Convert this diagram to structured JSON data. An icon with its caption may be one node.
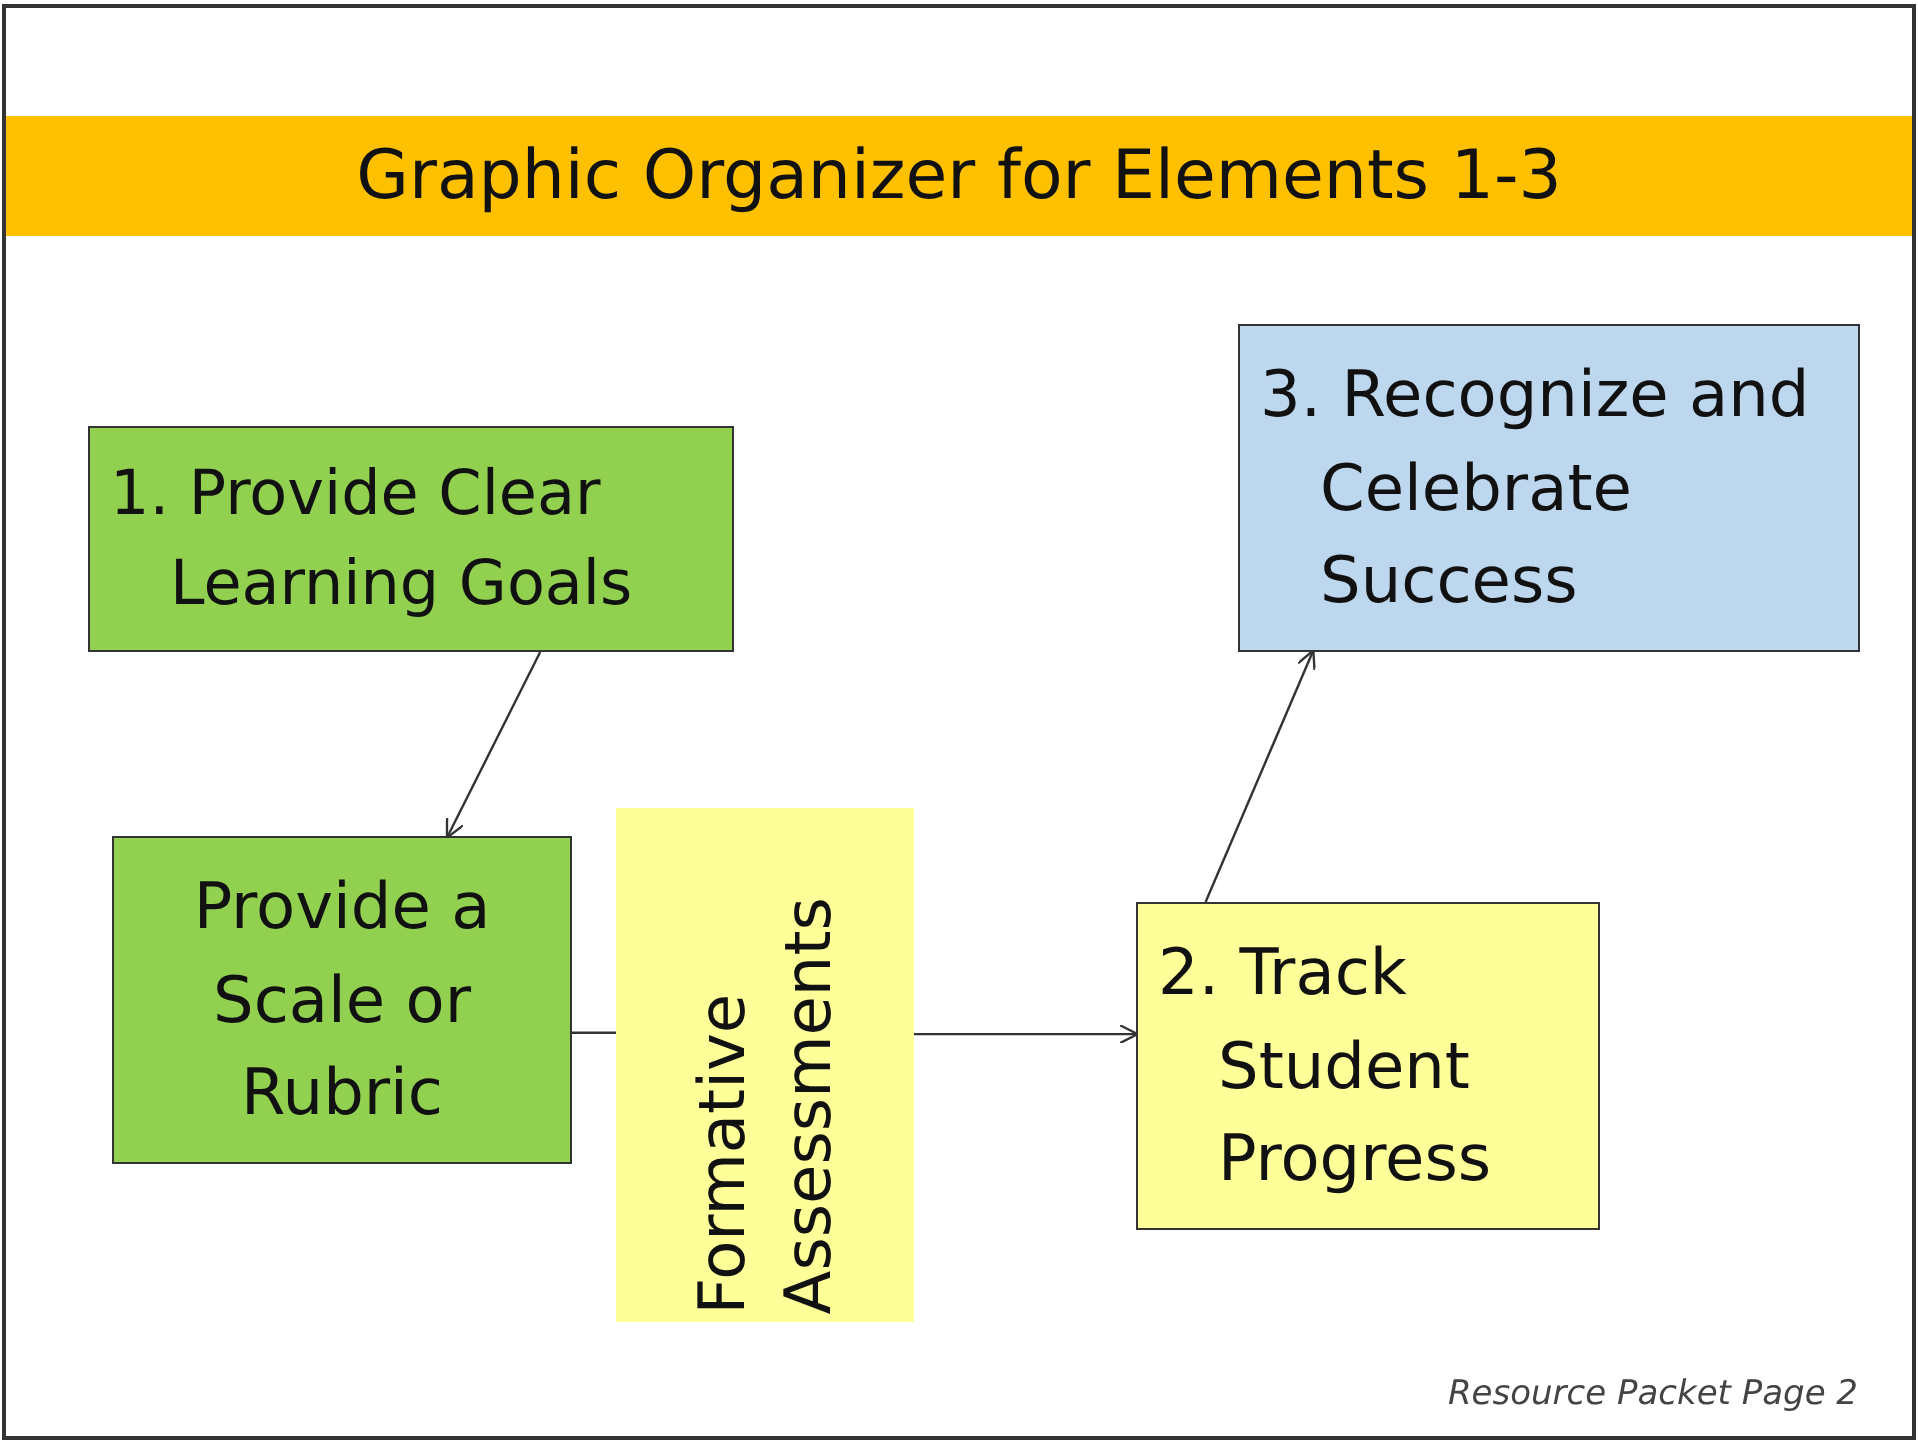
{
  "diagram": {
    "title": "Graphic Organizer for Elements 1-3",
    "nodes": [
      {
        "text": [
          "1. Provide Clear Learning Goals"
        ]
      },
      {
        "text": [
          "Provide a Scale or Rubric"
        ]
      },
      {
        "text": [
          "Formative Assessments"
        ]
      },
      {
        "text": [
          "2. Track Student Progress"
        ]
      },
      {
        "text": [
          "3. Recognize and Celebrate Success"
        ]
      }
    ],
    "edges": [
      {
        "from": 0,
        "to": 1,
        "arrow": "to"
      },
      {
        "from": 1,
        "to": 2,
        "arrow": "none"
      },
      {
        "from": 2,
        "to": 3,
        "arrow": "to"
      },
      {
        "from": 3,
        "to": 4,
        "arrow": "to"
      }
    ],
    "labels": [
      "Resource Packet Page 2"
    ]
  }
}
